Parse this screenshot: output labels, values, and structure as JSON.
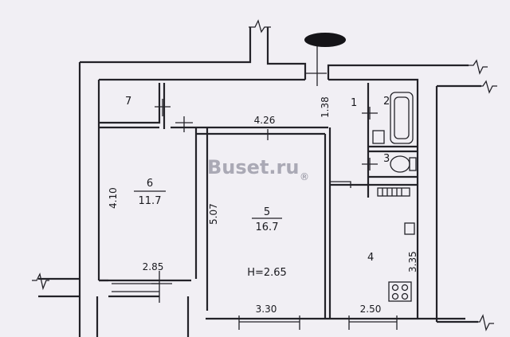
{
  "watermark": {
    "text": "Buset.ru",
    "badge": "®"
  },
  "rooms": {
    "r1": {
      "number": "1"
    },
    "r2": {
      "number": "2"
    },
    "r3": {
      "number": "3"
    },
    "r4": {
      "number": "4"
    },
    "r5": {
      "number": "5",
      "area": "16.7",
      "height_label": "H=2.65"
    },
    "r6": {
      "number": "6",
      "area": "11.7"
    },
    "r7": {
      "number": "7"
    }
  },
  "dimensions": {
    "corridor_width": "4.26",
    "hall_depth": "1.38",
    "room6_depth": "4.10",
    "room5_depth": "5.07",
    "kitchen_depth": "3.35",
    "room6_width": "2.85",
    "room5_width": "3.30",
    "kitchen_width": "2.50"
  },
  "colors": {
    "wall": "#232228",
    "background": "#f1eff4",
    "watermark": "#8c8c9a"
  },
  "icons": [
    "bathtub-icon",
    "sink-icon",
    "toilet-icon",
    "stove-icon",
    "radiator-icon",
    "door-icon"
  ]
}
